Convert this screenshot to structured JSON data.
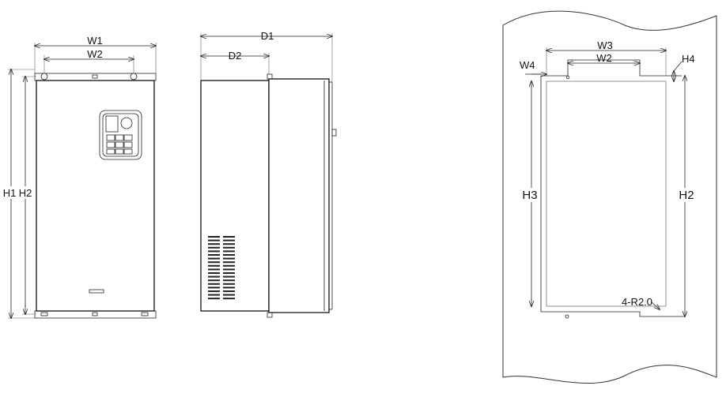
{
  "front_view": {
    "w1": "W1",
    "w2": "W2",
    "h1": "H1",
    "h2": "H2"
  },
  "side_view": {
    "d1": "D1",
    "d2": "D2"
  },
  "mounting_view": {
    "w3": "W3",
    "w2": "W2",
    "w4": "W4",
    "h4": "H4",
    "h3": "H3",
    "h2": "H2",
    "hole_note": "4-R2.0"
  },
  "colors": {
    "line": "#111111",
    "background": "#ffffff"
  }
}
